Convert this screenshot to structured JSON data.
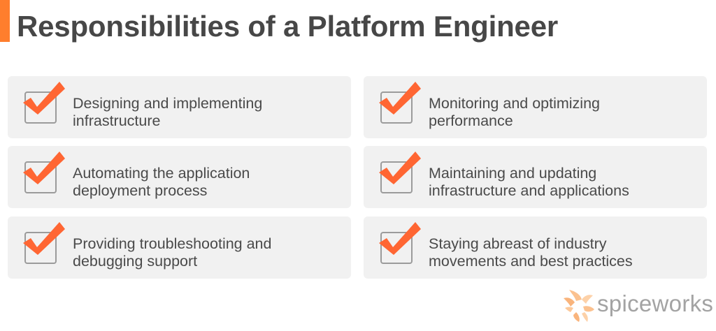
{
  "header": {
    "title": "Responsibilities of a Platform Engineer",
    "accent_color": "#ff7e2d"
  },
  "cards": [
    {
      "icon": "checkbox-checked-icon",
      "lines": [
        "Designing and implementing",
        "infrastructure"
      ]
    },
    {
      "icon": "checkbox-checked-icon",
      "lines": [
        "Monitoring and optimizing",
        "performance"
      ]
    },
    {
      "icon": "checkbox-checked-icon",
      "lines": [
        "Automating the application",
        "deployment process"
      ]
    },
    {
      "icon": "checkbox-checked-icon",
      "lines": [
        "Maintaining and updating",
        "infrastructure and applications"
      ]
    },
    {
      "icon": "checkbox-checked-icon",
      "lines": [
        "Providing troubleshooting and",
        "debugging support"
      ]
    },
    {
      "icon": "checkbox-checked-icon",
      "lines": [
        "Staying abreast of industry",
        "movements and best practices"
      ]
    }
  ],
  "colors": {
    "check": "#ff6633",
    "card_bg": "#f1f1f1",
    "text": "#4a4a4a",
    "checkbox_border": "#9b9b9b"
  },
  "footer": {
    "logo_icon": "spiceworks-logo-icon",
    "logo_text": "spiceworks"
  }
}
